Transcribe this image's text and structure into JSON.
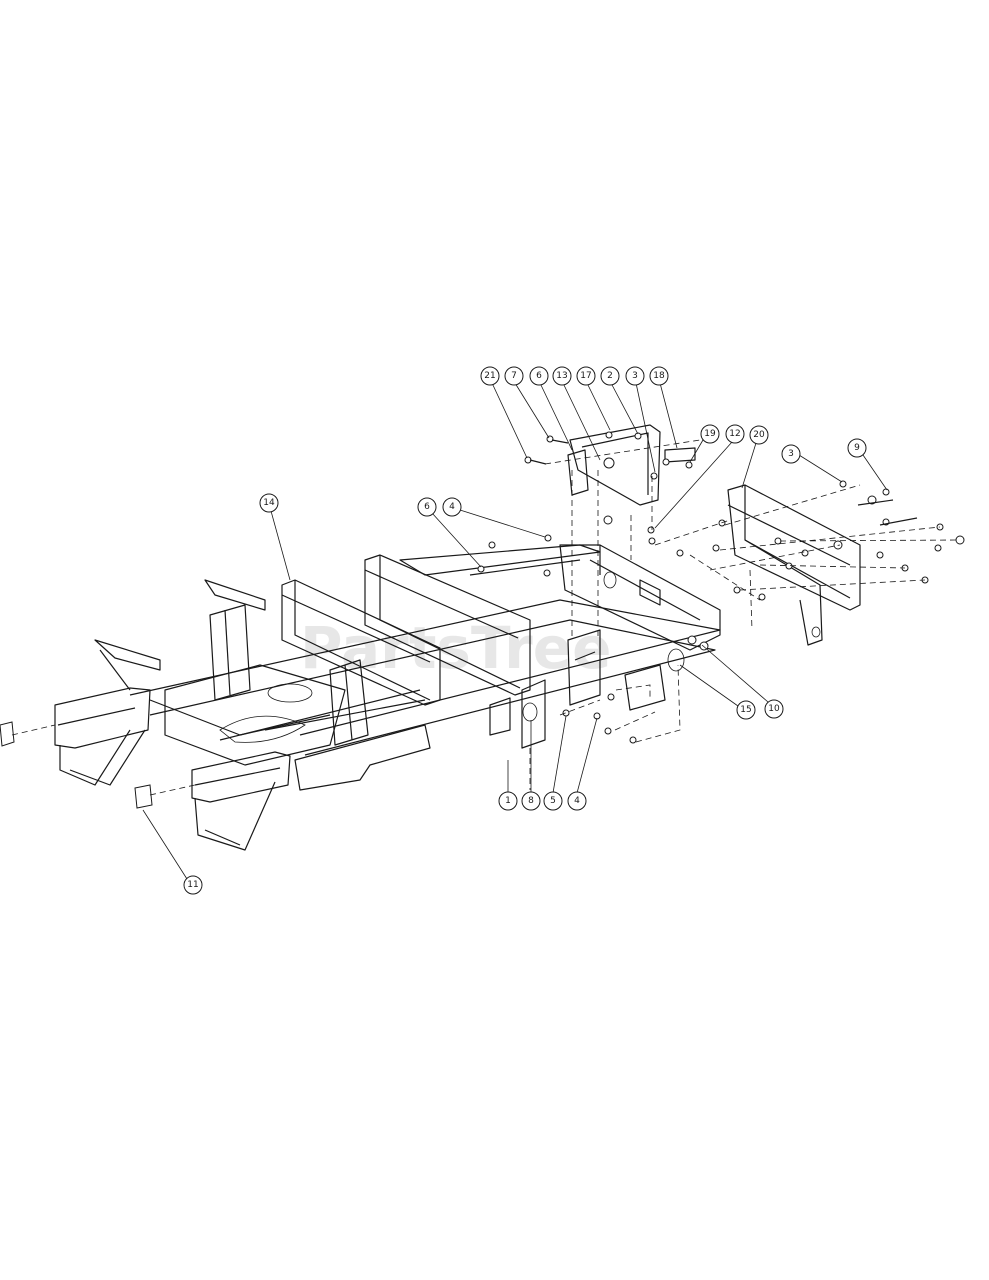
{
  "watermark": "PartsTree",
  "callouts": [
    {
      "label": "21"
    },
    {
      "label": "7"
    },
    {
      "label": "6"
    },
    {
      "label": "13"
    },
    {
      "label": "17"
    },
    {
      "label": "2"
    },
    {
      "label": "3"
    },
    {
      "label": "18"
    },
    {
      "label": "19"
    },
    {
      "label": "12"
    },
    {
      "label": "20"
    },
    {
      "label": "3"
    },
    {
      "label": "9"
    },
    {
      "label": "6"
    },
    {
      "label": "4"
    },
    {
      "label": "14"
    },
    {
      "label": "15"
    },
    {
      "label": "10"
    },
    {
      "label": "1"
    },
    {
      "label": "8"
    },
    {
      "label": "5"
    },
    {
      "label": "4"
    },
    {
      "label": "11"
    }
  ]
}
